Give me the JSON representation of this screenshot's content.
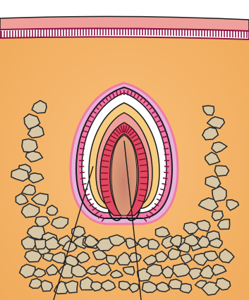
{
  "figure": {
    "colors": {
      "background": "#ffffff",
      "tissue": "#f4b060",
      "tissue_light": "#f8c27c",
      "surface_band": "#f0a09a",
      "cell_row": "#ffffff",
      "cell_row_edge": "#8a1040",
      "outline": "#1a1a1a",
      "bud_outer": "#f07aa6",
      "bud_lavender": "#e6b4dc",
      "bud_layer_yellow": "#f6cc7e",
      "bud_layer_red": "#e24860",
      "bud_core": "#d9906a",
      "pebble_fill": "#d8c8a8",
      "pebble_outline": "#2a2a2a"
    },
    "parts": [
      {
        "id": "epithelium-band",
        "shape": "horizontal-band"
      },
      {
        "id": "connective-tissue",
        "shape": "field"
      },
      {
        "id": "tooth-bud",
        "shape": "bell"
      },
      {
        "id": "bone-crypt",
        "shape": "u-shaped-pebble-cluster"
      },
      {
        "id": "pointer-lines",
        "count": 2
      }
    ],
    "labels": []
  }
}
